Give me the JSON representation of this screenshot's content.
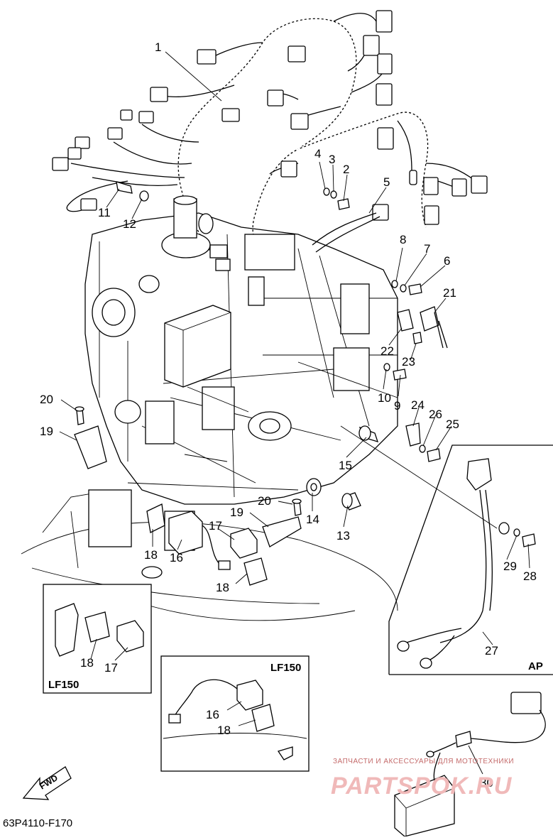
{
  "diagram": {
    "drawing_code": "63P4110-F170",
    "callouts": [
      "1",
      "2",
      "3",
      "4",
      "5",
      "6",
      "7",
      "8",
      "9",
      "10",
      "11",
      "12",
      "13",
      "14",
      "15",
      "16",
      "17",
      "18",
      "19",
      "20",
      "21",
      "22",
      "23",
      "24",
      "25",
      "26",
      "27",
      "28",
      "29",
      "30"
    ],
    "insets": {
      "ap": {
        "label": "AP"
      },
      "lf150_small": {
        "label": "LF150"
      },
      "lf150_large": {
        "label": "LF150"
      }
    },
    "direction_arrow": {
      "label": "FWD"
    },
    "watermark": {
      "top_text": "ЗАПЧАСТИ И АКСЕССУАРЫ ДЛЯ МОТОТЕХНИКИ",
      "brand_text": "PARTSPOK.RU"
    }
  }
}
